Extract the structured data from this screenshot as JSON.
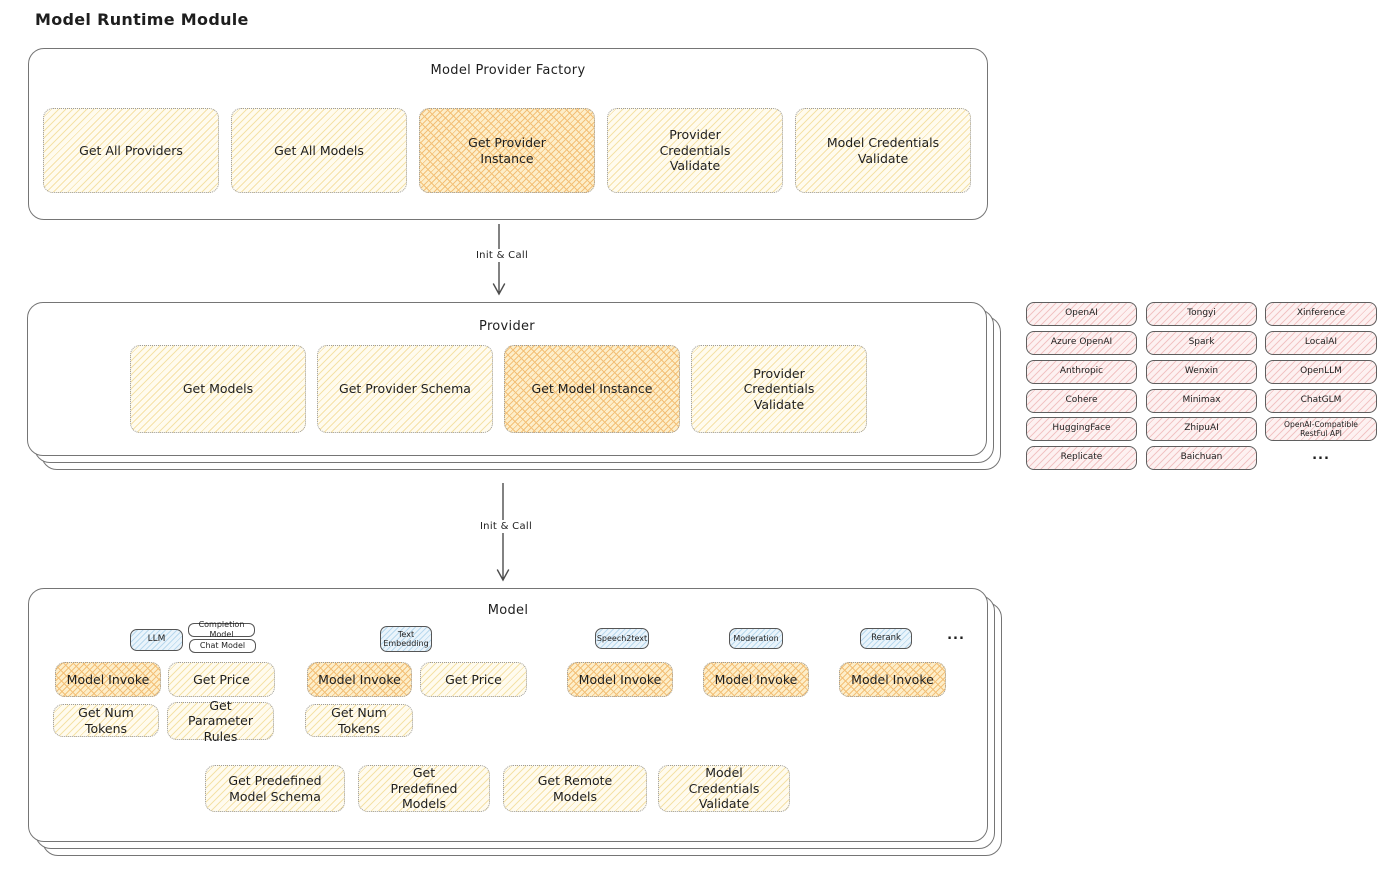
{
  "title": "Model Runtime Module",
  "colors": {
    "ink": "#1e1e1e",
    "border": "#757575",
    "yellow_box": "#fffbee",
    "yellow_hatch": "#f5e2a8",
    "orange_box": "#fdeec9",
    "orange_hatch": "#f3c078",
    "pink_box": "#fdf1f1",
    "pink_hatch": "#f2c4c4",
    "blue_box": "#eaf4fb",
    "blue_hatch": "#b9d9ee"
  },
  "factory": {
    "title": "Model Provider Factory",
    "items": [
      {
        "label": "Get All Providers",
        "highlighted": false
      },
      {
        "label": "Get All Models",
        "highlighted": false
      },
      {
        "label": "Get Provider Instance",
        "highlighted": true
      },
      {
        "label": "Provider Credentials Validate",
        "highlighted": false
      },
      {
        "label": "Model Credentials Validate",
        "highlighted": false
      }
    ]
  },
  "arrows": {
    "init_call_1": "Init & Call",
    "init_call_2": "Init & Call"
  },
  "provider": {
    "title": "Provider",
    "items": [
      {
        "label": "Get Models",
        "highlighted": false
      },
      {
        "label": "Get Provider Schema",
        "highlighted": false
      },
      {
        "label": "Get Model Instance",
        "highlighted": true
      },
      {
        "label": "Provider Credentials Validate",
        "highlighted": false
      }
    ]
  },
  "provider_grid": {
    "items": [
      "OpenAI",
      "Tongyi",
      "Xinference",
      "Azure OpenAI",
      "Spark",
      "LocalAI",
      "Anthropic",
      "Wenxin",
      "OpenLLM",
      "Cohere",
      "Minimax",
      "ChatGLM",
      "HuggingFace",
      "ZhipuAI",
      "OpenAI-Compatible RestFul API",
      "Replicate",
      "Baichuan"
    ],
    "ellipsis": "..."
  },
  "model": {
    "title": "Model",
    "tab_llm": "LLM",
    "tab_completion": "Completion Model",
    "tab_chat": "Chat Model",
    "tab_text_embedding": "Text Embedding",
    "tab_speech2text": "Speech2text",
    "tab_moderation": "Moderation",
    "tab_rerank": "Rerank",
    "tabs_ellipsis": "...",
    "llm": {
      "invoke": "Model Invoke",
      "get_price": "Get Price",
      "get_num_tokens": "Get Num Tokens",
      "get_parameter_rules": "Get Parameter Rules"
    },
    "text_embedding": {
      "invoke": "Model Invoke",
      "get_price": "Get Price",
      "get_num_tokens": "Get Num Tokens"
    },
    "speech2text": {
      "invoke": "Model Invoke"
    },
    "moderation": {
      "invoke": "Model Invoke"
    },
    "rerank": {
      "invoke": "Model Invoke"
    },
    "shared": [
      "Get Predefined Model Schema",
      "Get Predefined Models",
      "Get Remote Models",
      "Model Credentials Validate"
    ]
  }
}
